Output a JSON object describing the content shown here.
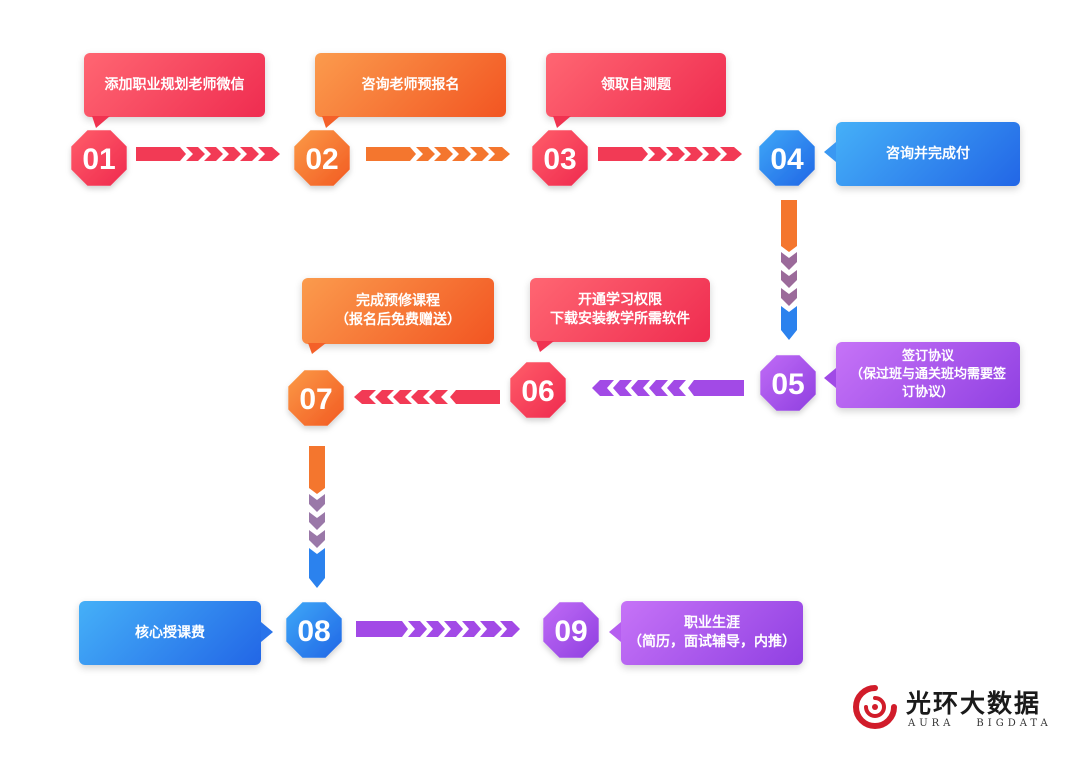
{
  "colors": {
    "red": "#f23a55",
    "orange": "#f4762e",
    "blue": "#2b82ee",
    "purple": "#a24ae6"
  },
  "steps": [
    {
      "num": "01",
      "color": "red"
    },
    {
      "num": "02",
      "color": "orange"
    },
    {
      "num": "03",
      "color": "red"
    },
    {
      "num": "04",
      "color": "blue"
    },
    {
      "num": "05",
      "color": "purple"
    },
    {
      "num": "06",
      "color": "red"
    },
    {
      "num": "07",
      "color": "orange"
    },
    {
      "num": "08",
      "color": "blue"
    },
    {
      "num": "09",
      "color": "purple"
    }
  ],
  "labels": {
    "s01": [
      "添加职业规划老师微信"
    ],
    "s02": [
      "咨询老师预报名"
    ],
    "s03": [
      "领取自测题"
    ],
    "s04": [
      "咨询并完成付"
    ],
    "s05": [
      "签订协议",
      "（保过班与通关班均需要签",
      "订协议）"
    ],
    "s06": [
      "开通学习权限",
      "下载安装教学所需软件"
    ],
    "s07": [
      "完成预修课程",
      "（报名后免费赠送）"
    ],
    "s08": [
      "核心授课费"
    ],
    "s09": [
      "职业生涯",
      "（简历，面试辅导，内推）"
    ]
  },
  "logo": {
    "title": "光环大数据",
    "sub_left": "AURA",
    "sub_right": "BIGDATA"
  }
}
